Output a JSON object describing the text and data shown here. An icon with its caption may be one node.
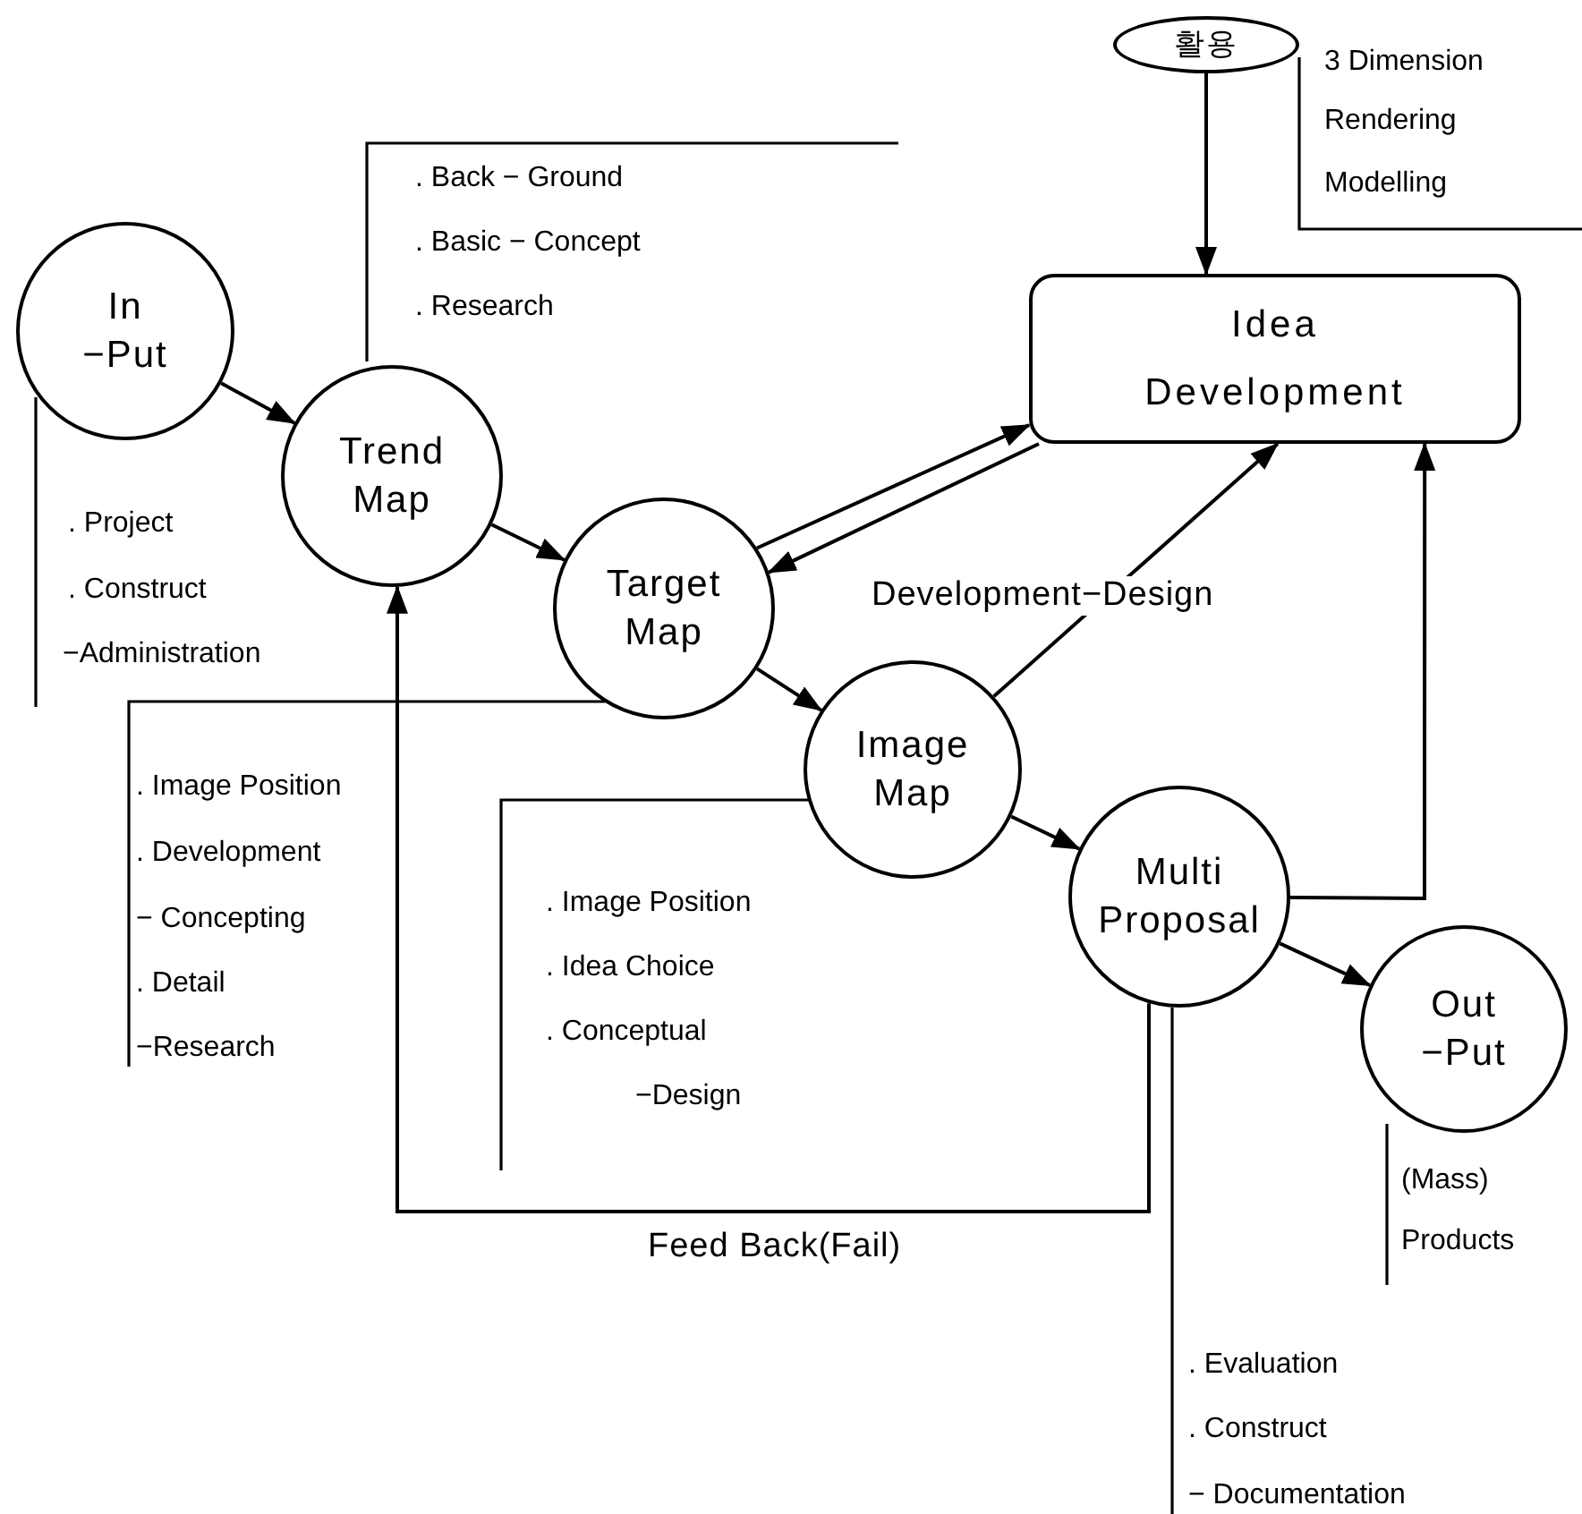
{
  "diagram": {
    "nodes": [
      {
        "text": [
          "In −Put"
        ],
        "beside": [
          ". Project",
          ". Construct",
          "−Administration"
        ]
      },
      {
        "text": [
          "Trend Map"
        ],
        "beside": [
          ". Back − Ground",
          ". Basic − Concept",
          ". Research"
        ]
      },
      {
        "text": [
          "Target Map"
        ],
        "beside": [
          ". Image Position",
          ". Development",
          "− Concepting",
          ". Detail",
          "−Research"
        ]
      },
      {
        "text": [
          "Image Map"
        ],
        "beside": [
          ". Image Position",
          ". Idea Choice",
          ". Conceptual",
          "−Design"
        ]
      },
      {
        "text": [
          "Multi Proposal"
        ],
        "beside": [
          ". Evaluation",
          ". Construct",
          "− Documentation"
        ]
      },
      {
        "text": [
          "Out −Put"
        ],
        "beside": [
          "(Mass)",
          "Products"
        ]
      },
      {
        "text": [
          "Idea Development"
        ]
      },
      {
        "text": [
          "활용"
        ],
        "beside": [
          "3 Dimension",
          "Rendering",
          "Modelling"
        ]
      }
    ],
    "edges": [
      {
        "from": 0,
        "to": 1,
        "arrow": "to"
      },
      {
        "from": 1,
        "to": 2,
        "arrow": "to"
      },
      {
        "from": 2,
        "to": 6,
        "arrow": "to"
      },
      {
        "from": 6,
        "to": 2,
        "arrow": "to"
      },
      {
        "from": 2,
        "to": 3,
        "arrow": "to"
      },
      {
        "from": 3,
        "to": 6,
        "arrow": "to",
        "label": "Development−Design"
      },
      {
        "from": 3,
        "to": 4,
        "arrow": "to"
      },
      {
        "from": 4,
        "to": 5,
        "arrow": "to"
      },
      {
        "from": 4,
        "to": 6,
        "arrow": "to"
      },
      {
        "from": 7,
        "to": 6,
        "arrow": "to"
      },
      {
        "from": 4,
        "to": 1,
        "arrow": "to",
        "label": "Feed Back(Fail)"
      }
    ]
  }
}
